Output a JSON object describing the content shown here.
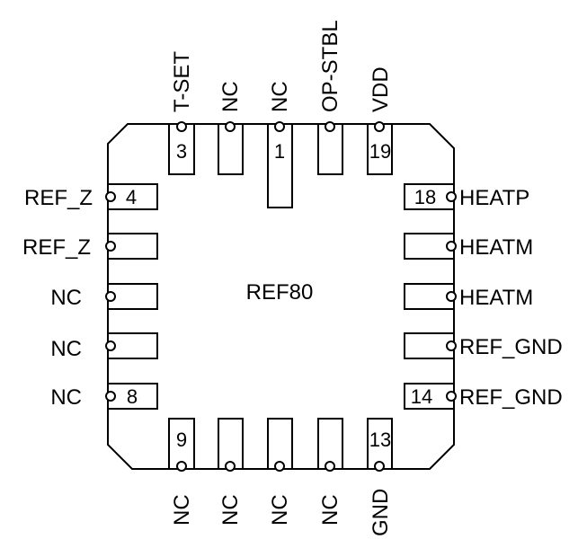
{
  "part_name": "REF80",
  "colors": {
    "line": "#000000",
    "background": "#ffffff"
  },
  "pins": {
    "1": {
      "label": "NC",
      "number": "1"
    },
    "2": {
      "label": "NC",
      "number": ""
    },
    "3": {
      "label": "T-SET",
      "number": "3"
    },
    "4": {
      "label": "REF_Z",
      "number": "4"
    },
    "5": {
      "label": "REF_Z",
      "number": ""
    },
    "6": {
      "label": "NC",
      "number": ""
    },
    "7": {
      "label": "NC",
      "number": ""
    },
    "8": {
      "label": "NC",
      "number": "8"
    },
    "9": {
      "label": "NC",
      "number": "9"
    },
    "10": {
      "label": "NC",
      "number": ""
    },
    "11": {
      "label": "NC",
      "number": ""
    },
    "12": {
      "label": "NC",
      "number": ""
    },
    "13": {
      "label": "GND",
      "number": "13"
    },
    "14": {
      "label": "REF_GND",
      "number": "14"
    },
    "15": {
      "label": "REF_GND",
      "number": ""
    },
    "16": {
      "label": "HEATM",
      "number": ""
    },
    "17": {
      "label": "HEATM",
      "number": ""
    },
    "18": {
      "label": "HEATP",
      "number": "18"
    },
    "19": {
      "label": "VDD",
      "number": "19"
    },
    "20": {
      "label": "OP-STBL",
      "number": ""
    }
  }
}
